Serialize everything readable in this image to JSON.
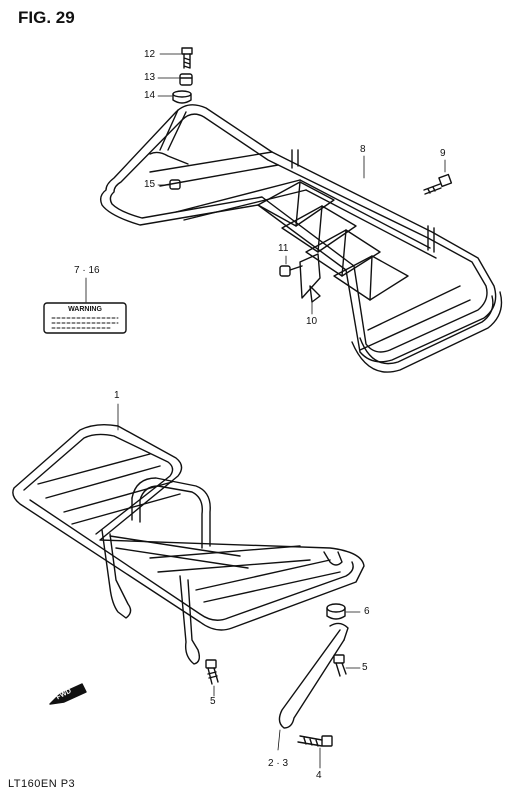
{
  "figure": {
    "title": "FIG. 29",
    "model_code": "LT160EN  P3"
  },
  "callouts": {
    "c12": "12",
    "c13": "13",
    "c14": "14",
    "c15": "15",
    "c8": "8",
    "c9": "9",
    "c11": "11",
    "c10": "10",
    "c7_16": "7 · 16",
    "c1": "1",
    "c6": "6",
    "c5a": "5",
    "c5b": "5",
    "c2_3": "2 · 3",
    "c4": "4"
  },
  "warning_label": {
    "text": "WARNING"
  },
  "direction_marker": {
    "text": "FWD"
  }
}
